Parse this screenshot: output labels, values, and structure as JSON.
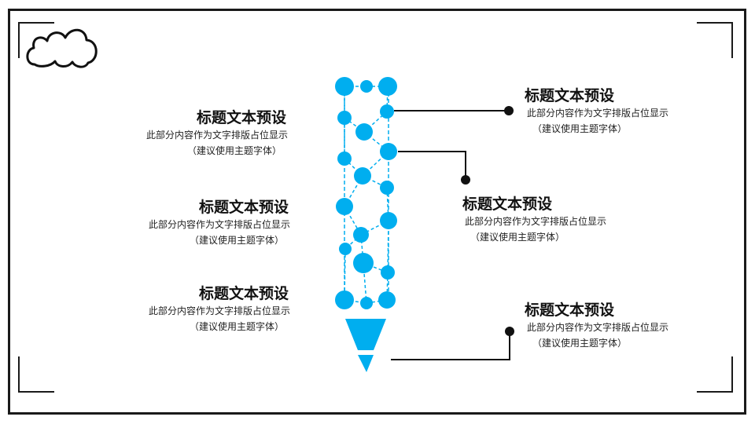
{
  "colors": {
    "accent": "#00AEEF",
    "ink": "#111111"
  },
  "icons": {
    "cloud": "cloud-outline-icon",
    "pencil": "pencil-molecule-icon"
  },
  "blocks": [
    {
      "id": "l1",
      "title": "标题文本预设",
      "desc": "此部分内容作为文字排版占位显示",
      "note": "（建议使用主题字体）"
    },
    {
      "id": "l2",
      "title": "标题文本预设",
      "desc": "此部分内容作为文字排版占位显示",
      "note": "（建议使用主题字体）"
    },
    {
      "id": "l3",
      "title": "标题文本预设",
      "desc": "此部分内容作为文字排版占位显示",
      "note": "（建议使用主题字体）"
    },
    {
      "id": "r1",
      "title": "标题文本预设",
      "desc": "此部分内容作为文字排版占位显示",
      "note": "（建议使用主题字体）"
    },
    {
      "id": "r2",
      "title": "标题文本预设",
      "desc": "此部分内容作为文字排版占位显示",
      "note": "（建议使用主题字体）"
    },
    {
      "id": "r3",
      "title": "标题文本预设",
      "desc": "此部分内容作为文字排版占位显示",
      "note": "（建议使用主题字体）"
    }
  ]
}
